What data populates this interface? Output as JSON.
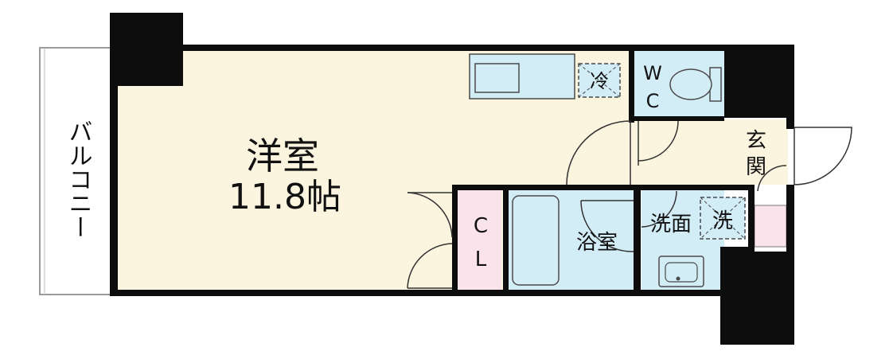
{
  "rooms": {
    "western_room": "洋室",
    "western_room_size": "11.8帖",
    "balcony": "バルコニー",
    "refrigerator": "冷",
    "toilet_w": "W",
    "toilet_c": "C",
    "entrance_1": "玄",
    "entrance_2": "関",
    "closet_c": "C",
    "closet_l": "L",
    "bathroom": "浴室",
    "washroom": "洗面",
    "washer": "洗"
  },
  "colors": {
    "wall": "#0d0d0d",
    "floor": "#fbf4df",
    "wet_area": "#d3edf7",
    "closet": "#fbe3ec",
    "fixture_stroke": "#4a4a4a"
  }
}
